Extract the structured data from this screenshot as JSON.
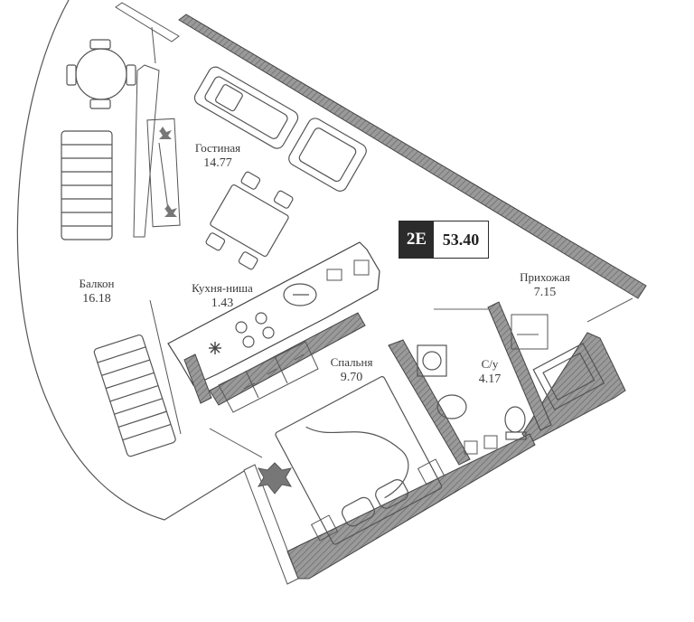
{
  "apartment": {
    "code": "2E",
    "total_area": "53.40"
  },
  "rooms": [
    {
      "id": "living",
      "name": "Гостиная",
      "area": "14.77"
    },
    {
      "id": "balcony",
      "name": "Балкон",
      "area": "16.18"
    },
    {
      "id": "kitchen",
      "name": "Кухня-ниша",
      "area": "1.43"
    },
    {
      "id": "bedroom",
      "name": "Спальня",
      "area": "9.70"
    },
    {
      "id": "bathroom",
      "name": "С/у",
      "area": "4.17"
    },
    {
      "id": "hallway",
      "name": "Прихожая",
      "area": "7.15"
    }
  ],
  "colors": {
    "wall_fill": "#8c8c8c",
    "line": "#444444",
    "badge_dark": "#2b2b2b"
  },
  "icons": [
    "plant-icon",
    "fridge-snowflake-icon",
    "stove-icon",
    "sink-icon",
    "bath-icon",
    "toilet-icon",
    "washing-machine-icon",
    "bed-icon",
    "sofa-icon",
    "dining-table-icon",
    "sun-lounger-icon",
    "lamp-icon"
  ]
}
